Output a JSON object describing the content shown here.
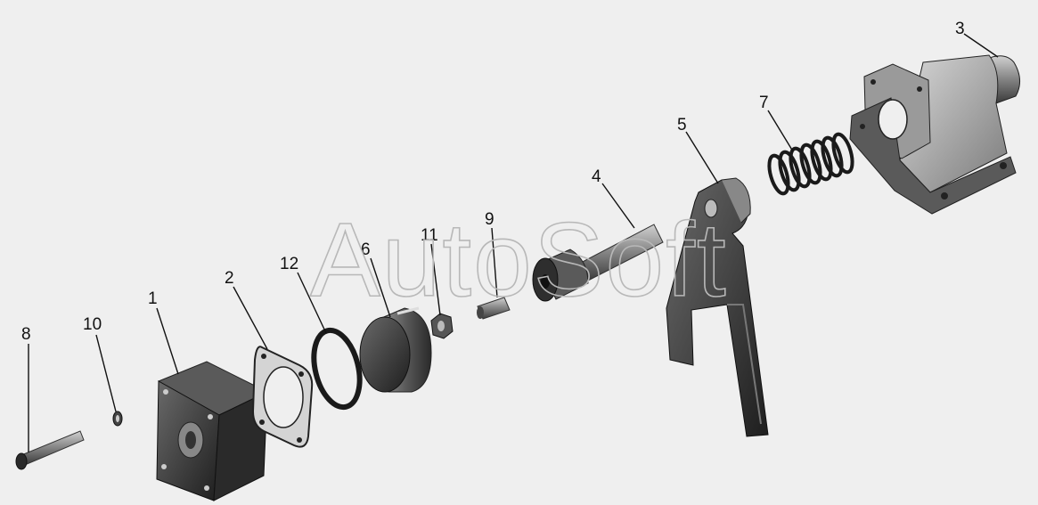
{
  "watermark": "AutoSoft",
  "parts": [
    {
      "id": "8",
      "label": "8"
    },
    {
      "id": "10",
      "label": "10"
    },
    {
      "id": "1",
      "label": "1"
    },
    {
      "id": "2",
      "label": "2"
    },
    {
      "id": "12",
      "label": "12"
    },
    {
      "id": "6",
      "label": "6"
    },
    {
      "id": "11",
      "label": "11"
    },
    {
      "id": "9",
      "label": "9"
    },
    {
      "id": "4",
      "label": "4"
    },
    {
      "id": "5",
      "label": "5"
    },
    {
      "id": "7",
      "label": "7"
    },
    {
      "id": "3",
      "label": "3"
    }
  ]
}
